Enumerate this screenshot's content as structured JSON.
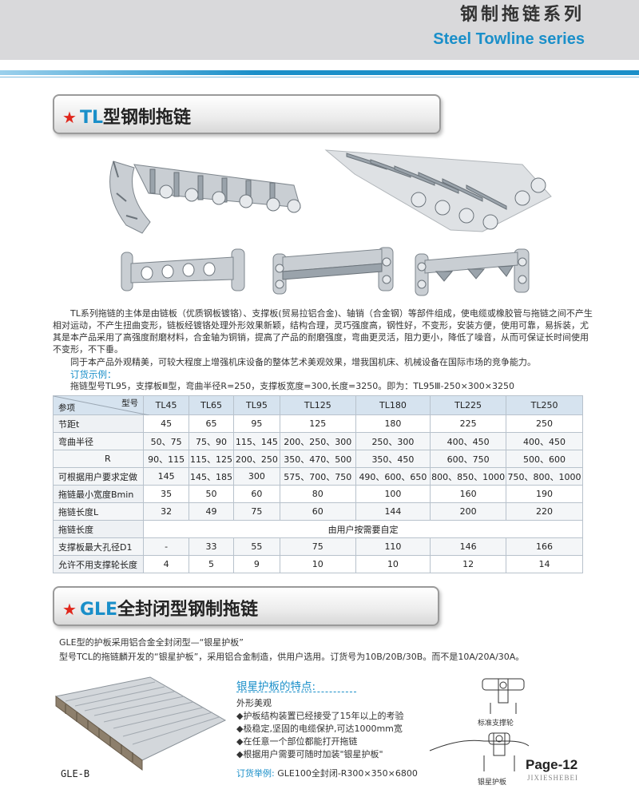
{
  "header": {
    "title_cn": "钢制拖链系列",
    "title_en": "Steel Towline series"
  },
  "section1": {
    "star": "★",
    "code": "TL",
    "title": "型钢制拖链",
    "para1": "TL系列拖链的主体是由链板（优质钢板镀铬）、支撑板(贸易拉铝合金)、轴销（合金钢）等部件组成，使电缆或橡胶管与拖链之间不产生相对运动，不产生扭曲变形，链板经镀铬处理外形效果新颖，结构合理，灵巧强度高，钢性好，不变形，安装方便，使用可靠，易拆装，尤其是本产品采用了高强度耐磨材料，合金轴为铜销，提高了产品的耐磨强度，弯曲更灵活，阻力更小，降低了噪音，从而可保证长时间使用不变形，不下垂。",
    "para2": "同于本产品外观精美，可较大程度上增强机床设备的整体艺术美观效果，增我国机床、机械设备在国际市场的竞争能力。",
    "order_label": "订货示例：",
    "order_text": "拖链型号TL95，支撑板Ⅲ型，弯曲半径R=250，支撑板宽度=300,长度=3250。即为：TL95Ⅲ-250×300×3250"
  },
  "table": {
    "corner_top": "型号",
    "corner_bottom": "参项",
    "models": [
      "TL45",
      "TL65",
      "TL95",
      "TL125",
      "TL180",
      "TL225",
      "TL250"
    ],
    "rows": [
      {
        "label": "节距t",
        "cells": [
          "45",
          "65",
          "95",
          "125",
          "180",
          "225",
          "250"
        ]
      },
      {
        "label": "弯曲半径",
        "cells": [
          "50、75",
          "75、90",
          "115、145",
          "200、250、300",
          "250、300",
          "400、450",
          "400、450"
        ]
      },
      {
        "label": "R",
        "cells": [
          "90、115",
          "115、125",
          "200、250",
          "350、470、500",
          "350、450",
          "600、750",
          "500、600"
        ]
      },
      {
        "label": "可根据用户要求定做",
        "cells": [
          "145",
          "145、185",
          "300",
          "575、700、750",
          "490、600、650",
          "800、850、1000",
          "750、800、1000"
        ]
      },
      {
        "label": "拖链最小宽度Bmin",
        "cells": [
          "35",
          "50",
          "60",
          "80",
          "100",
          "160",
          "190"
        ]
      },
      {
        "label": "拖链长度L",
        "cells": [
          "32",
          "49",
          "75",
          "60",
          "144",
          "200",
          "220"
        ]
      },
      {
        "label": "拖链长度",
        "merged": "由用户按需要自定"
      },
      {
        "label": "支撑板最大孔径D1",
        "cells": [
          "-",
          "33",
          "55",
          "75",
          "110",
          "146",
          "166"
        ]
      },
      {
        "label": "允许不用支撑轮长度",
        "cells": [
          "4",
          "5",
          "9",
          "10",
          "10",
          "12",
          "14"
        ]
      }
    ]
  },
  "section2": {
    "star": "★",
    "code": "GLE",
    "title": "全封闭型钢制拖链",
    "line1": "GLE型的护板采用铝合金全封闭型—“银星护板”",
    "line2": "型号TCL的拖链麟开发的“银星护板”，采用铝合金制造，供用户选用。订货号为10B/20B/30B。而不是10A/20A/30A。",
    "features_title": "银星护板的特点:",
    "features": [
      "外形美观",
      "◆护板结构装置已经接受了15年以上的考验",
      "◆极稳定,坚固的电缆保护,可达1000mm宽",
      "◆在任意一个部位都能打开拖链",
      "◆根据用户需要可随时加装\"银星护板\""
    ],
    "order_label": "订货举例:",
    "order_text": "GLE100全封闭-R300×350×6800",
    "product_label": "GLE-B",
    "diagram_label1": "标准支撑轮",
    "diagram_label2": "银星护板"
  },
  "footer": {
    "page": "Page-12",
    "site": "JIXIESHEBEI"
  }
}
